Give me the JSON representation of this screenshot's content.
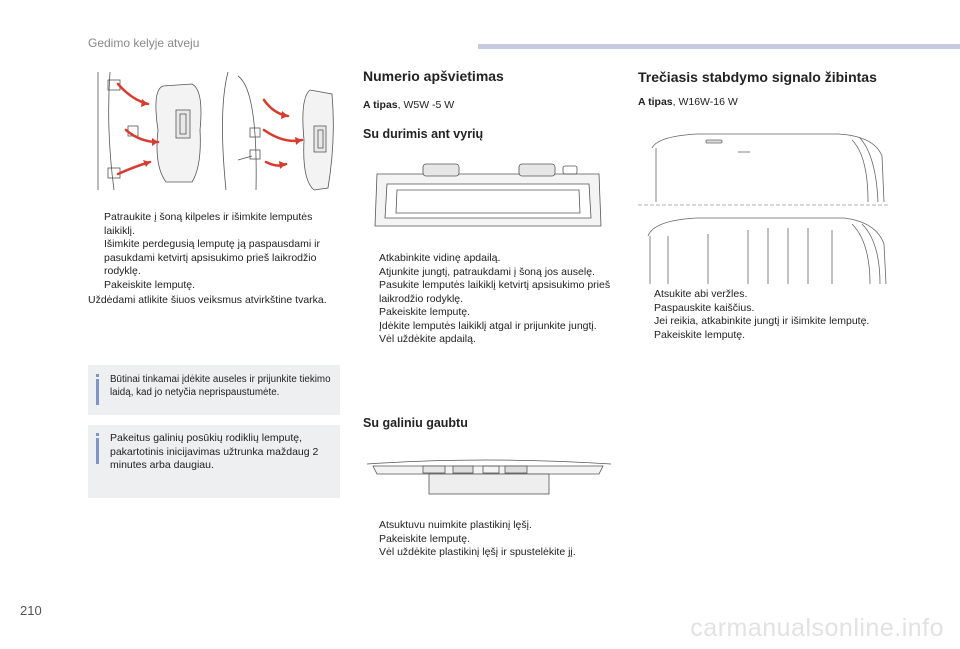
{
  "header": {
    "section_title": "Gedimo kelyje atveju"
  },
  "footer": {
    "page_number": "210",
    "watermark": "carmanualsonline.info"
  },
  "column1": {
    "steps": [
      "Patraukite į šoną kilpeles ir išimkite lemputės laikiklį.",
      "Išimkite perdegusią lemputę ją paspausdami ir pasukdami ketvirtį apsisukimo prieš laikrodžio rodyklę.",
      "Pakeiskite lemputę."
    ],
    "reassembly": "Uždėdami atlikite šiuos veiksmus atvirkštine tvarka.",
    "note1": "Būtinai tinkamai įdėkite auseles ir prijunkite tiekimo laidą, kad jo netyčia neprispaustumėte.",
    "note2": "Pakeitus galinių posūkių rodiklių lemputę, pakartotinis inicijavimas užtrunka maždaug 2 minutes arba daugiau."
  },
  "column2": {
    "title": "Numerio apšvietimas",
    "type_label": "A tipas",
    "type_value": ", W5W -5 W",
    "sub1_title": "Su durimis ant vyrių",
    "sub1_steps": [
      "Atkabinkite vidinę apdailą.",
      "Atjunkite jungtį, patraukdami į šoną jos auselę.",
      "Pasukite lemputės laikiklį ketvirtį apsisukimo prieš laikrodžio rodyklę.",
      "Pakeiskite lemputę.",
      "Įdėkite lemputės laikiklį atgal ir prijunkite jungtį.",
      "Vėl uždėkite apdailą."
    ],
    "sub2_title": "Su galiniu gaubtu",
    "sub2_steps": [
      "Atsuktuvu nuimkite plastikinį lęšį.",
      "Pakeiskite lemputę.",
      "Vėl uždėkite plastikinį lęšį ir spustelėkite jį."
    ]
  },
  "column3": {
    "title": "Trečiasis stabdymo signalo žibintas",
    "type_label": "A tipas",
    "type_value": ", W16W-16 W",
    "steps": [
      "Atsukite abi veržles.",
      "Paspauskite kaiščius.",
      "Jei reikia, atkabinkite jungtį ir išimkite lemputę.",
      "Pakeiskite lemputę."
    ]
  },
  "bullet_glyph": "",
  "colors": {
    "accent_bar": "#7f94c8",
    "note_bg": "#eeeff0",
    "arrow_red": "#d93c2e",
    "header_bar": "#c8cbe0"
  }
}
